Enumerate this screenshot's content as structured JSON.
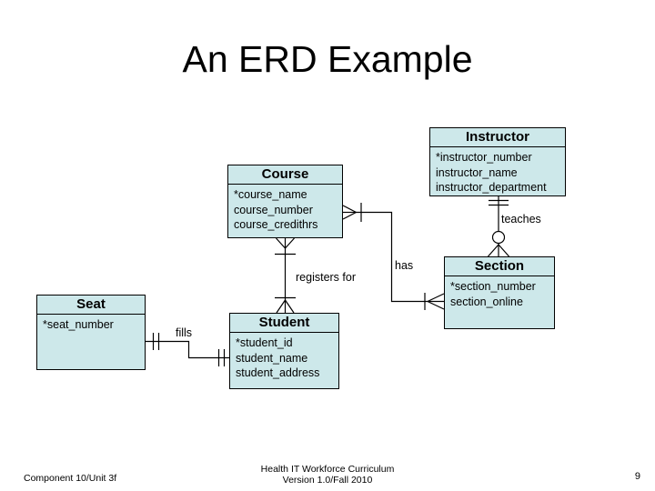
{
  "slide": {
    "title": "An ERD Example"
  },
  "entities": {
    "instructor": {
      "title": "Instructor",
      "attributes": [
        "*instructor_number",
        "instructor_name",
        "instructor_department"
      ]
    },
    "course": {
      "title": "Course",
      "attributes": [
        "*course_name",
        "course_number",
        "course_credithrs"
      ]
    },
    "section": {
      "title": "Section",
      "attributes": [
        "*section_number",
        "section_online"
      ]
    },
    "student": {
      "title": "Student",
      "attributes": [
        "*student_id",
        "student_name",
        "student_address"
      ]
    },
    "seat": {
      "title": "Seat",
      "attributes": [
        "*seat_number"
      ]
    }
  },
  "relationships": {
    "teaches": {
      "label": "teaches"
    },
    "has": {
      "label": "has"
    },
    "registers_for": {
      "label": "registers for"
    },
    "fills": {
      "label": "fills"
    }
  },
  "footer": {
    "left": "Component 10/Unit 3f",
    "center_line1": "Health IT Workforce Curriculum",
    "center_line2": "Version 1.0/Fall 2010",
    "page_number": "9"
  },
  "colors": {
    "background": "#ffffff",
    "entity_fill": "#cde8ea",
    "entity_border": "#000000",
    "connector": "#000000",
    "text": "#000000"
  }
}
